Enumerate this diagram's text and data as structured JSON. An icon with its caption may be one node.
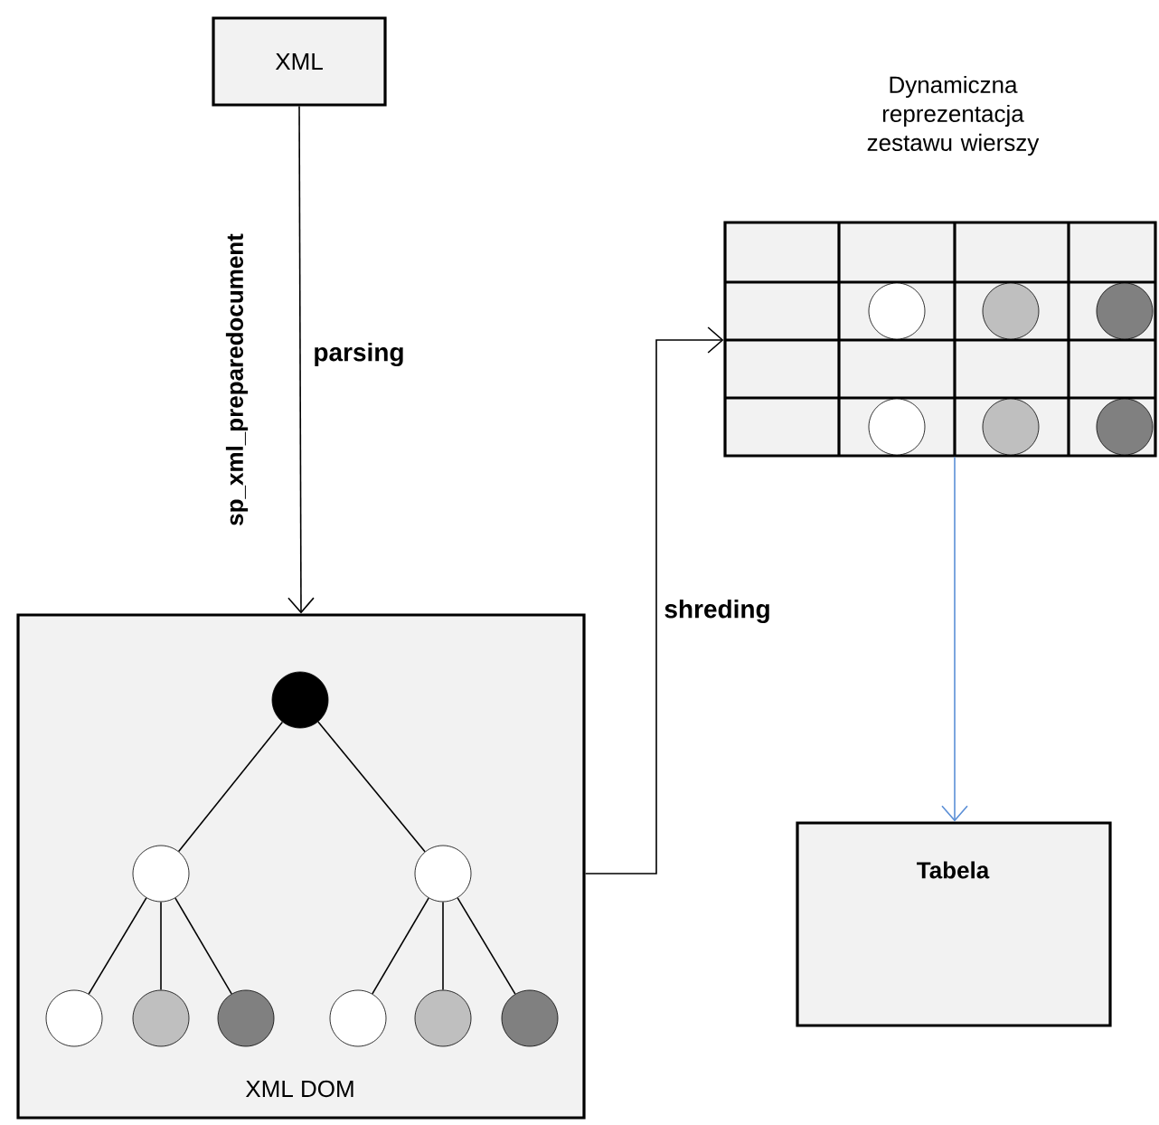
{
  "diagram": {
    "nodes": [
      {
        "text": [
          "XML"
        ]
      },
      {
        "text": [
          "XML DOM"
        ]
      },
      {
        "text": [],
        "shape": "circle",
        "in": 1
      },
      {
        "text": [],
        "shape": "circle",
        "in": 1
      },
      {
        "text": [],
        "shape": "circle",
        "in": 1
      },
      {
        "text": [],
        "shape": "circle",
        "in": 1
      },
      {
        "text": [],
        "shape": "circle",
        "in": 1
      },
      {
        "text": [],
        "shape": "circle",
        "in": 1
      },
      {
        "text": [],
        "shape": "circle",
        "in": 1
      },
      {
        "text": [],
        "shape": "circle",
        "in": 1
      },
      {
        "text": [],
        "shape": "circle",
        "in": 1
      },
      {
        "text": [
          "Dynamiczna reprezentacja zestawu wierszy"
        ]
      },
      {
        "text": [],
        "shape": "circle",
        "in": 11
      },
      {
        "text": [],
        "shape": "circle",
        "in": 11
      },
      {
        "text": [],
        "shape": "circle",
        "in": 11
      },
      {
        "text": [],
        "shape": "circle",
        "in": 11
      },
      {
        "text": [],
        "shape": "circle",
        "in": 11
      },
      {
        "text": [],
        "shape": "circle",
        "in": 11
      },
      {
        "text": [
          "Tabela"
        ]
      }
    ],
    "edges": [
      {
        "from": 0,
        "to": 1,
        "arrow": "to",
        "label": "parsing"
      },
      {
        "from": 1,
        "to": 11,
        "arrow": "to",
        "label": "shreding"
      },
      {
        "from": 11,
        "to": 18,
        "arrow": "to",
        "color": "#5b8fd6"
      },
      {
        "from": 2,
        "to": 3,
        "arrow": "none"
      },
      {
        "from": 2,
        "to": 4,
        "arrow": "none"
      },
      {
        "from": 3,
        "to": 5,
        "arrow": "none"
      },
      {
        "from": 3,
        "to": 6,
        "arrow": "none"
      },
      {
        "from": 3,
        "to": 7,
        "arrow": "none"
      },
      {
        "from": 4,
        "to": 8,
        "arrow": "none"
      },
      {
        "from": 4,
        "to": 9,
        "arrow": "none"
      },
      {
        "from": 4,
        "to": 10,
        "arrow": "none"
      }
    ],
    "labels": [
      "sp_xml_preparedocument"
    ]
  }
}
